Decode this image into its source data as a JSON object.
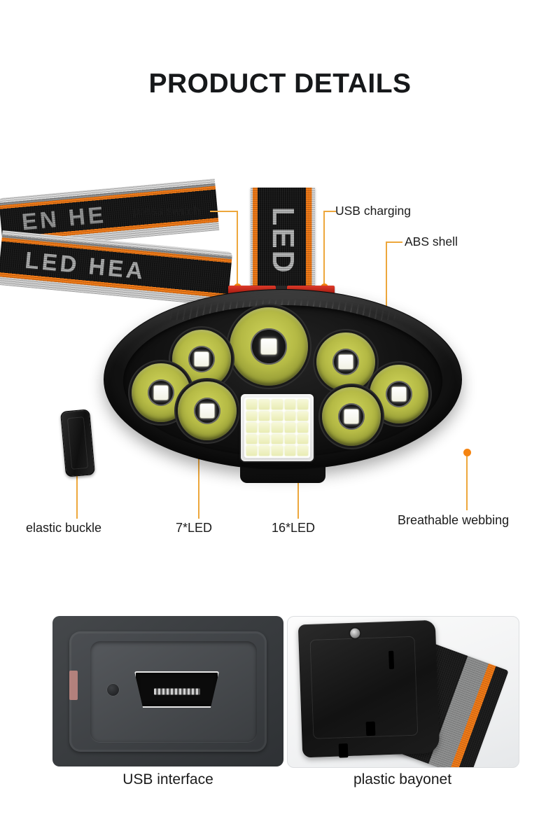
{
  "page": {
    "title": "PRODUCT DETAILS",
    "background": "#ffffff",
    "accent_line": "#eda73c",
    "accent_dot": "#f58410",
    "strap_orange": "#f07814"
  },
  "hero": {
    "callouts": [
      {
        "id": "press-switch",
        "label": "press switch"
      },
      {
        "id": "usb-charging",
        "label": "USB charging"
      },
      {
        "id": "abs-shell",
        "label": "ABS shell"
      },
      {
        "id": "elastic-buckle",
        "label": "elastic buckle"
      },
      {
        "id": "seven-led",
        "label": "7*LED"
      },
      {
        "id": "sixteen-led",
        "label": "16*LED"
      },
      {
        "id": "breathable-webbing",
        "label": "Breathable webbing"
      }
    ],
    "strap_text": {
      "top": "LED",
      "left": "EN HE",
      "right": "LED HEA"
    }
  },
  "panels": [
    {
      "id": "usb-interface",
      "caption": "USB interface"
    },
    {
      "id": "plastic-bayonet",
      "caption": "plastic bayonet"
    }
  ]
}
